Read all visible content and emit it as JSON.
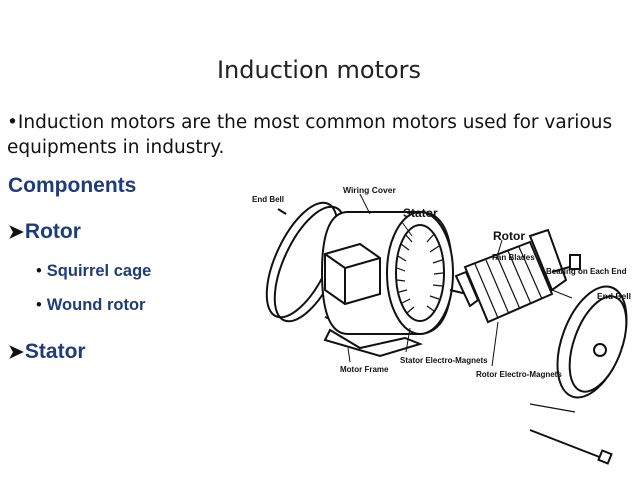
{
  "slide": {
    "title": "Induction motors",
    "intro": "•Induction motors are the most common motors used for various equipments in industry.",
    "components_heading": "Components",
    "rotor_item": "Rotor",
    "rotor_subitems": [
      "Squirrel cage",
      "Wound rotor"
    ],
    "stator_item": "Stator"
  },
  "diagram": {
    "labels": {
      "end_bell_left": "End Bell",
      "wiring_cover": "Wiring Cover",
      "stator": "Stator",
      "rotor": "Rotor",
      "fan_blades": "Fan Blades",
      "bearing": "Bearing on Each End",
      "end_bell_right": "End Bell",
      "motor_frame": "Motor Frame",
      "stator_magnets": "Stator Electro-Magnets",
      "rotor_magnets": "Rotor Electro-Magnets"
    }
  },
  "colors": {
    "heading": "#1f3c7a",
    "text": "#111111"
  }
}
